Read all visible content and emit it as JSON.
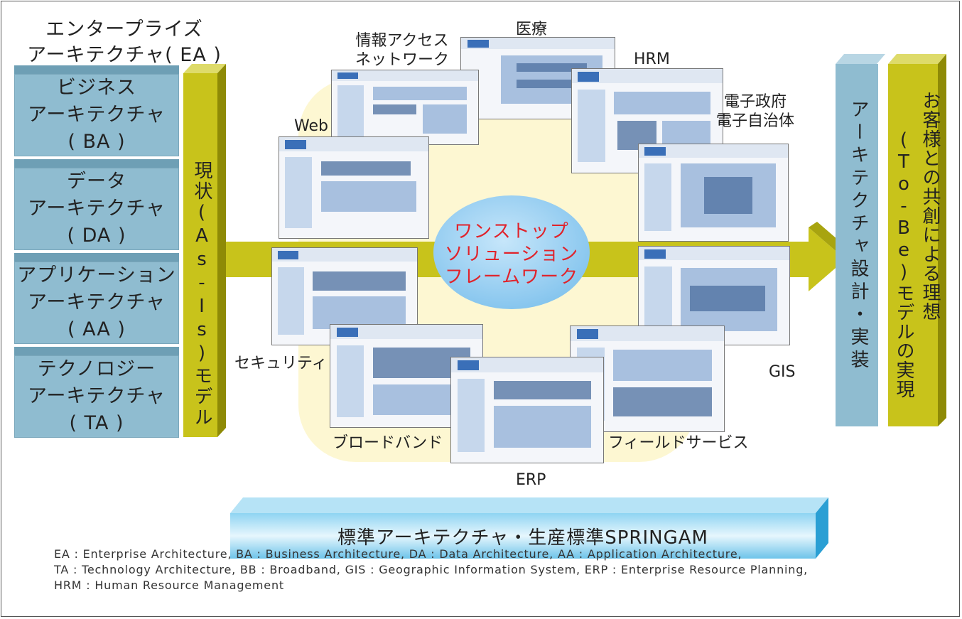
{
  "ea_title": [
    "エンタープライズ",
    "アーキテクチャ( EA )"
  ],
  "ea_boxes": [
    {
      "lines": [
        "ビジネス",
        "アーキテクチャ",
        "( BA )"
      ]
    },
    {
      "lines": [
        "データ",
        "アーキテクチャ",
        "( DA )"
      ]
    },
    {
      "lines": [
        "アプリケーション",
        "アーキテクチャ",
        "( AA )"
      ]
    },
    {
      "lines": [
        "テクノロジー",
        "アーキテクチャ",
        "( TA )"
      ]
    }
  ],
  "as_is_bar": "現状(As-Is)モデル",
  "center_title": [
    "ワンストップ",
    "ソリューション",
    "フレームワーク"
  ],
  "slide_labels": {
    "medical": "医療",
    "info_access": [
      "情報アクセス",
      "ネットワーク"
    ],
    "hrm": "HRM",
    "egov": [
      "電子政府",
      "電子自治体"
    ],
    "web": "Web",
    "security": "セキュリティ",
    "gis": "GIS",
    "broadband": "ブロードバンド",
    "field": "フィールドサービス",
    "erp": "ERP"
  },
  "architecture_col": "アーキテクチャ設計・実装",
  "tobe_col": [
    "お客様との共創による理想",
    "(To-Be)モデルの実現"
  ],
  "bottom_bar": "標準アーキテクチャ・生産標準SPRINGAM",
  "footer_lines": [
    "EA : Enterprise Architecture, BA : Business Architecture, DA : Data Architecture, AA : Application Architecture,",
    "TA : Technology Architecture, BB : Broadband, GIS : Geographic Information System, ERP : Enterprise Resource Planning,",
    "HRM : Human Resource Management"
  ],
  "colors": {
    "ea_box": "#8fbcd0",
    "olive_bar": "#c8c31b",
    "center_ellipse": "#8cc8ee",
    "center_text": "#e0232b",
    "bottom_bar": "#6ec4ea"
  }
}
